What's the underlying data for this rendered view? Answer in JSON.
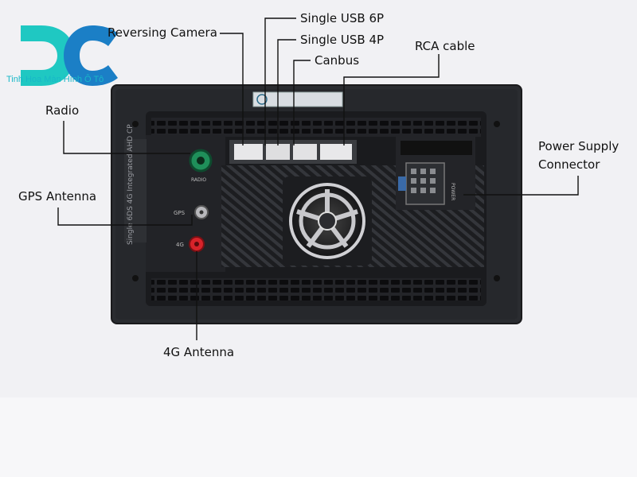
{
  "brand": {
    "logo_letters": "DC",
    "caption": "Tinh Hoa Màn Hình Ô Tô",
    "color_primary": "#1fc8c2",
    "color_secondary": "#1b7fc6"
  },
  "unit": {
    "side_text": "Single 6DS 4G Integrated AHD CP",
    "port_radio_label": "RADIO",
    "port_gps_label": "GPS",
    "port_4g_label": "4G",
    "power_block_label": "POWER"
  },
  "callouts": {
    "reversing_camera": "Reversing Camera",
    "single_usb_6p": "Single USB 6P",
    "single_usb_4p": "Single USB 4P",
    "canbus": "Canbus",
    "rca_cable": "RCA cable",
    "radio": "Radio",
    "power_supply_line1": "Power Supply",
    "power_supply_line2": "Connector",
    "gps_antenna": "GPS Antenna",
    "antenna_4g": "4G Antenna"
  },
  "colors": {
    "panel": "#26282c",
    "housing": "#1a1b1e",
    "radio_port": "#1f8f5a",
    "antenna_4g": "#d8232a",
    "leader_line": "#111111"
  }
}
